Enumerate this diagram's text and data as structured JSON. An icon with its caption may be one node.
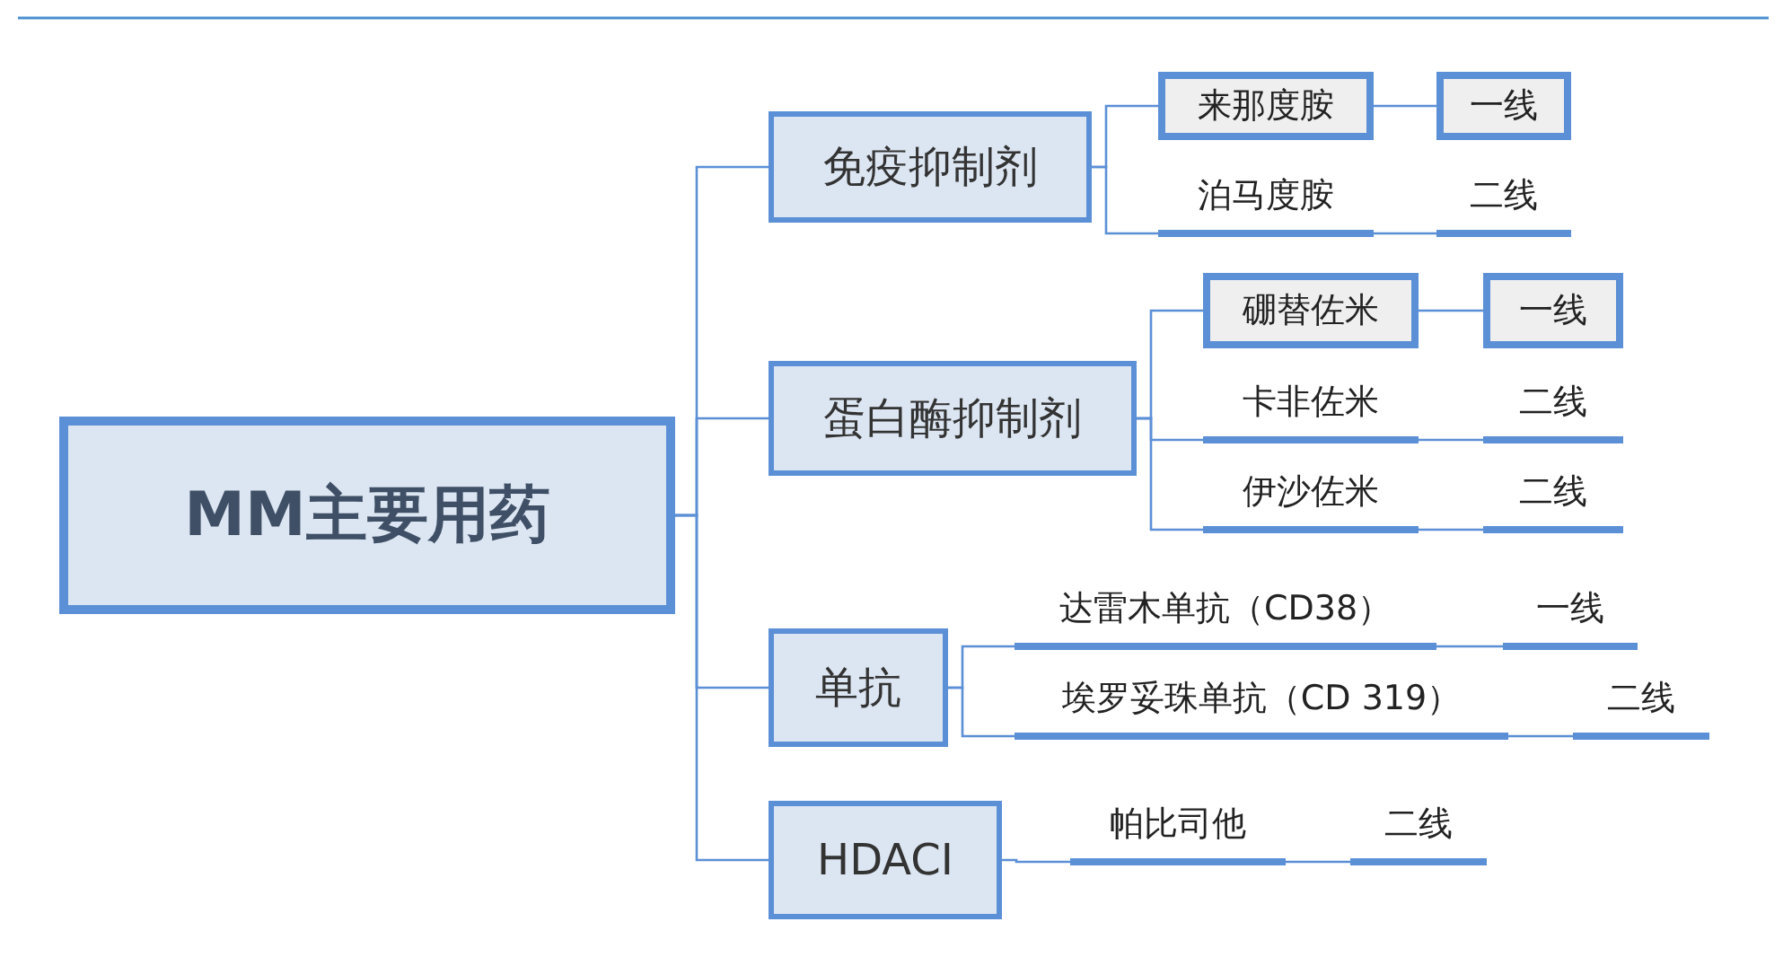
{
  "diagram": {
    "nodes": [
      {
        "text": [
          "MM主要用药"
        ]
      },
      {
        "text": [
          "免疫抑制剂"
        ]
      },
      {
        "text": [
          "来那度胺"
        ]
      },
      {
        "text": [
          "一线"
        ]
      },
      {
        "text": [
          "泊马度胺"
        ]
      },
      {
        "text": [
          "二线"
        ]
      },
      {
        "text": [
          "蛋白酶抑制剂"
        ]
      },
      {
        "text": [
          "硼替佐米"
        ]
      },
      {
        "text": [
          "一线"
        ]
      },
      {
        "text": [
          "卡非佐米"
        ]
      },
      {
        "text": [
          "二线"
        ]
      },
      {
        "text": [
          "伊沙佐米"
        ]
      },
      {
        "text": [
          "二线"
        ]
      },
      {
        "text": [
          "单抗"
        ]
      },
      {
        "text": [
          "达雷木单抗（CD38）"
        ]
      },
      {
        "text": [
          "一线"
        ]
      },
      {
        "text": [
          "埃罗妥珠单抗（CD 319）"
        ]
      },
      {
        "text": [
          "二线"
        ]
      },
      {
        "text": [
          "HDACI"
        ]
      },
      {
        "text": [
          "帕比司他"
        ]
      },
      {
        "text": [
          "二线"
        ]
      }
    ],
    "edges": [
      {
        "from": 0,
        "to": 1,
        "arrow": "none"
      },
      {
        "from": 0,
        "to": 6,
        "arrow": "none"
      },
      {
        "from": 0,
        "to": 13,
        "arrow": "none"
      },
      {
        "from": 0,
        "to": 18,
        "arrow": "none"
      },
      {
        "from": 1,
        "to": 2,
        "arrow": "none"
      },
      {
        "from": 1,
        "to": 4,
        "arrow": "none"
      },
      {
        "from": 2,
        "to": 3,
        "arrow": "none"
      },
      {
        "from": 4,
        "to": 5,
        "arrow": "none"
      },
      {
        "from": 6,
        "to": 7,
        "arrow": "none"
      },
      {
        "from": 6,
        "to": 9,
        "arrow": "none"
      },
      {
        "from": 6,
        "to": 11,
        "arrow": "none"
      },
      {
        "from": 7,
        "to": 8,
        "arrow": "none"
      },
      {
        "from": 9,
        "to": 10,
        "arrow": "none"
      },
      {
        "from": 11,
        "to": 12,
        "arrow": "none"
      },
      {
        "from": 13,
        "to": 14,
        "arrow": "none"
      },
      {
        "from": 13,
        "to": 16,
        "arrow": "none"
      },
      {
        "from": 14,
        "to": 15,
        "arrow": "none"
      },
      {
        "from": 16,
        "to": 17,
        "arrow": "none"
      },
      {
        "from": 18,
        "to": 19,
        "arrow": "none"
      },
      {
        "from": 19,
        "to": 20,
        "arrow": "none"
      }
    ]
  }
}
